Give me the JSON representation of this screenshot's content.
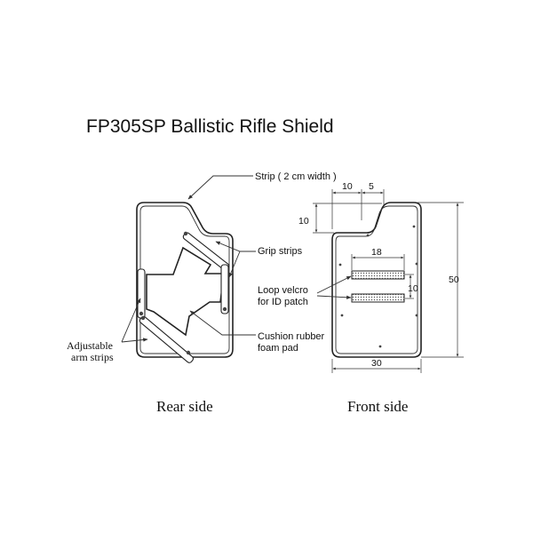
{
  "title": "FP305SP Ballistic Rifle Shield",
  "labels": {
    "strip": "Strip ( 2 cm width )",
    "grip_strips": "Grip strips",
    "loop_velcro_line1": "Loop velcro",
    "loop_velcro_line2": "for ID patch",
    "cushion_line1": "Cushion rubber",
    "cushion_line2": "foam pad",
    "adjustable_line1": "Adjustable",
    "adjustable_line2": "arm strips"
  },
  "captions": {
    "rear": "Rear side",
    "front": "Front side"
  },
  "dimensions": {
    "top_left": "10",
    "top_right": "5",
    "left_notch": "10",
    "velcro_width": "18",
    "velcro_gap": "10",
    "height": "50",
    "width": "30"
  },
  "colors": {
    "line": "#222222",
    "background": "#ffffff"
  }
}
